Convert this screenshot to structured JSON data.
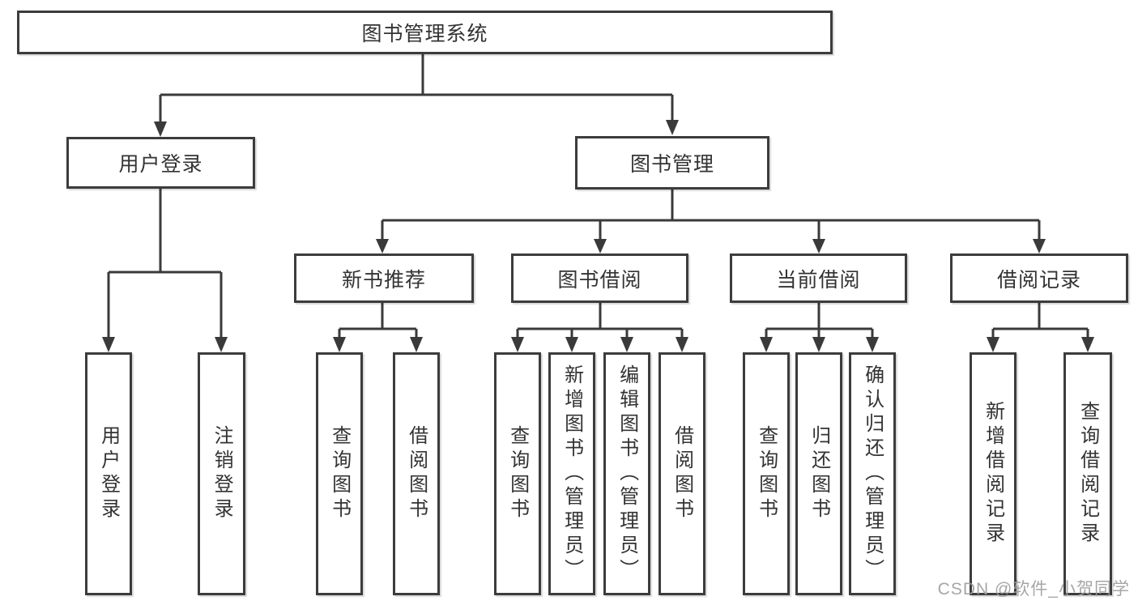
{
  "diagram": {
    "root": {
      "label": "图书管理系统"
    },
    "branches": [
      {
        "label": "用户登录",
        "children": [
          {
            "label": "用户登录"
          },
          {
            "label": "注销登录"
          }
        ]
      },
      {
        "label": "图书管理",
        "children": [
          {
            "label": "新书推荐",
            "children": [
              {
                "label": "查询图书"
              },
              {
                "label": "借阅图书"
              }
            ]
          },
          {
            "label": "图书借阅",
            "children": [
              {
                "label": "查询图书"
              },
              {
                "label": "新增图书（管理员）"
              },
              {
                "label": "编辑图书（管理员）"
              },
              {
                "label": "借阅图书"
              }
            ]
          },
          {
            "label": "当前借阅",
            "children": [
              {
                "label": "查询图书"
              },
              {
                "label": "归还图书"
              },
              {
                "label": "确认归还（管理员）"
              }
            ]
          },
          {
            "label": "借阅记录",
            "children": [
              {
                "label": "新增借阅记录"
              },
              {
                "label": "查询借阅记录"
              }
            ]
          }
        ]
      }
    ]
  },
  "watermark": {
    "text": "CSDN @软件_小贺同学"
  },
  "colors": {
    "line": "#3a3a3a",
    "box_border": "#3c3c3c",
    "text": "#333333",
    "watermark": "#9e9e9e",
    "background": "#ffffff"
  }
}
